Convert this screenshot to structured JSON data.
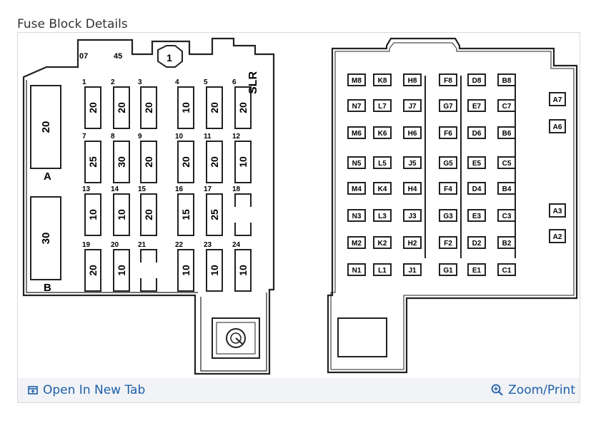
{
  "title": "Fuse Block Details",
  "footer": {
    "open_label": "Open In New Tab",
    "open_icon": "open-new-tab-icon",
    "zoom_label": "Zoom/Print",
    "zoom_icon": "magnifier-plus-icon",
    "link_color": "#1f5fa8"
  },
  "left_block": {
    "top_codes": [
      "07",
      "45"
    ],
    "badge": "1",
    "side_label": "SLR",
    "big_fuses": [
      {
        "rating": "20",
        "label": "A"
      },
      {
        "rating": "30",
        "label": "B"
      }
    ],
    "fuses": [
      {
        "num": "1",
        "rating": "20"
      },
      {
        "num": "2",
        "rating": "20"
      },
      {
        "num": "3",
        "rating": "20"
      },
      {
        "num": "4",
        "rating": "10"
      },
      {
        "num": "5",
        "rating": "20"
      },
      {
        "num": "6",
        "rating": "20"
      },
      {
        "num": "7",
        "rating": "25"
      },
      {
        "num": "8",
        "rating": "30"
      },
      {
        "num": "9",
        "rating": "20"
      },
      {
        "num": "10",
        "rating": "20"
      },
      {
        "num": "11",
        "rating": "20"
      },
      {
        "num": "12",
        "rating": "10"
      },
      {
        "num": "13",
        "rating": "10"
      },
      {
        "num": "14",
        "rating": "10"
      },
      {
        "num": "15",
        "rating": "20"
      },
      {
        "num": "16",
        "rating": "15"
      },
      {
        "num": "17",
        "rating": "25"
      },
      {
        "num": "18",
        "rating": ""
      },
      {
        "num": "19",
        "rating": "20"
      },
      {
        "num": "20",
        "rating": "10"
      },
      {
        "num": "21",
        "rating": ""
      },
      {
        "num": "22",
        "rating": "10"
      },
      {
        "num": "23",
        "rating": "10"
      },
      {
        "num": "24",
        "rating": "10"
      }
    ]
  },
  "right_block": {
    "grid_rows": [
      [
        "M8",
        "K8",
        "H8",
        "F8",
        "D8",
        "B8"
      ],
      [
        "N7",
        "L7",
        "J7",
        "G7",
        "E7",
        "C7"
      ],
      [
        "M6",
        "K6",
        "H6",
        "F6",
        "D6",
        "B6"
      ],
      [
        "N5",
        "L5",
        "J5",
        "G5",
        "E5",
        "C5"
      ],
      [
        "M4",
        "K4",
        "H4",
        "F4",
        "D4",
        "B4"
      ],
      [
        "N3",
        "L3",
        "J3",
        "G3",
        "E3",
        "C3"
      ],
      [
        "M2",
        "K2",
        "H2",
        "F2",
        "D2",
        "B2"
      ],
      [
        "N1",
        "L1",
        "J1",
        "G1",
        "E1",
        "C1"
      ]
    ],
    "side_labels": [
      "A7",
      "A6",
      "A3",
      "A2"
    ]
  }
}
